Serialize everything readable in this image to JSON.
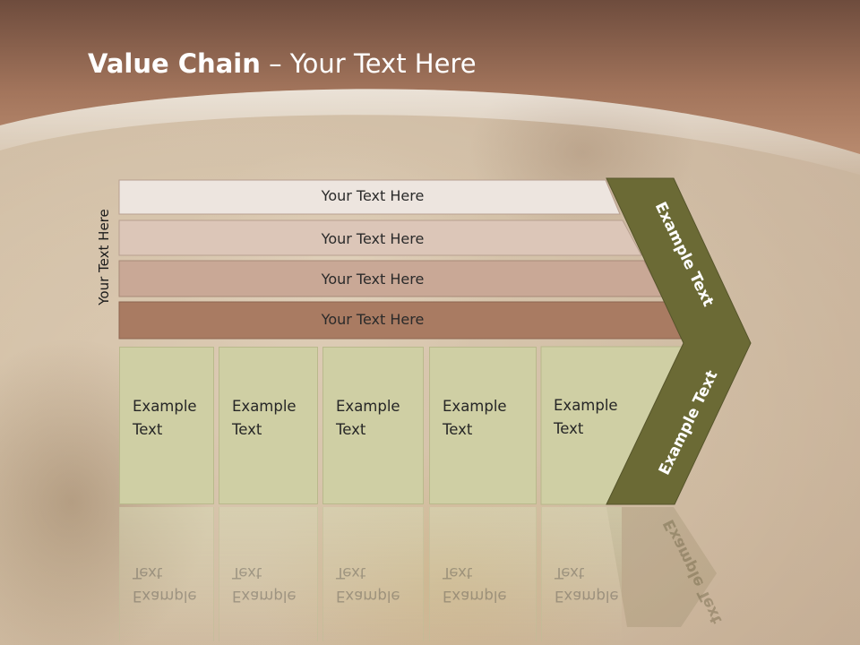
{
  "slide": {
    "title_bold": "Value Chain",
    "title_rest": " – Your Text Here",
    "side_label": "Your Text Here"
  },
  "bars": [
    {
      "label": "Your Text Here",
      "color": "#ede5df"
    },
    {
      "label": "Your Text Here",
      "color": "#dcc6b8"
    },
    {
      "label": "Your Text Here",
      "color": "#c9a896"
    },
    {
      "label": "Your Text Here",
      "color": "#a97b62"
    }
  ],
  "columns": [
    {
      "line1": "Example",
      "line2": "Text"
    },
    {
      "line1": "Example",
      "line2": "Text"
    },
    {
      "line1": "Example",
      "line2": "Text"
    },
    {
      "line1": "Example",
      "line2": "Text"
    },
    {
      "line1": "Example",
      "line2": "Text"
    }
  ],
  "chevron": {
    "upper_label": "Example Text",
    "lower_label": "Example Text",
    "color": "#6b6a35"
  },
  "colors": {
    "header_top": "#7a5848",
    "header_bottom": "#b07e64",
    "column_fill": "#cfcfa4"
  }
}
